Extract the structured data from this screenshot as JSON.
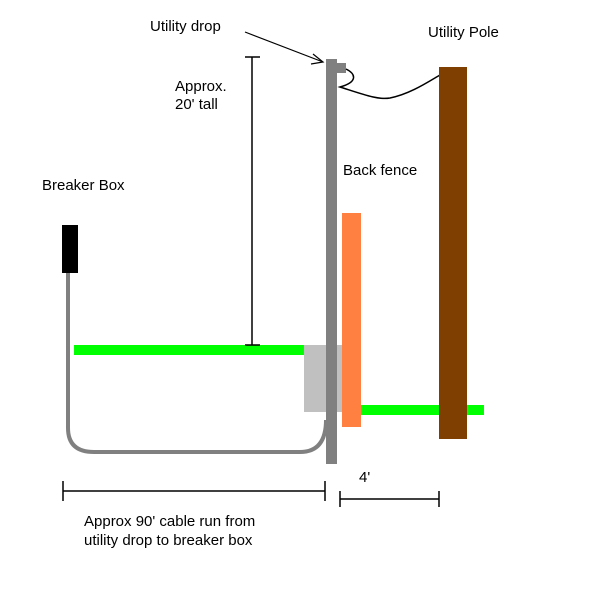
{
  "labels": {
    "utility_drop": "Utility drop",
    "utility_pole": "Utility Pole",
    "height_line1": "Approx.",
    "height_line2": "20' tall",
    "breaker_box": "Breaker Box",
    "back_fence": "Back fence",
    "gap": "4'",
    "run_line1": "Approx 90' cable run from",
    "run_line2": "utility drop to breaker box"
  },
  "colors": {
    "background": "#ffffff",
    "mast": "#808080",
    "cable": "#808080",
    "utility_pole": "#7f3f00",
    "fence": "#ff8040",
    "ground": "#00ff00",
    "meter_box": "#c0c0c0",
    "breaker_box": "#000000",
    "lines": "#000000"
  }
}
